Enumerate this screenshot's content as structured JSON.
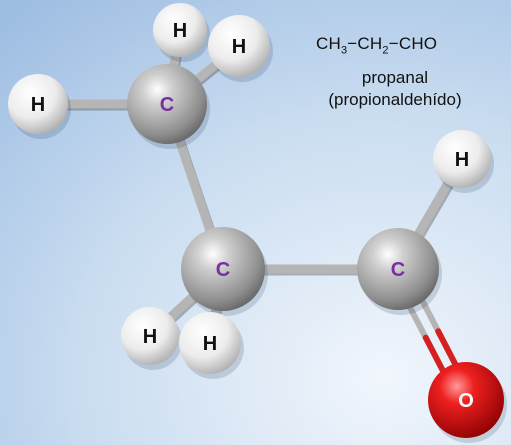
{
  "molecule": {
    "formula_parts": [
      "CH",
      "3",
      "−CH",
      "2",
      "−CHO"
    ],
    "name": "propanal",
    "alt_name": "(propionaldehído)"
  },
  "atoms": [
    {
      "id": "c1",
      "label": "C",
      "element": "carbon"
    },
    {
      "id": "c2",
      "label": "C",
      "element": "carbon"
    },
    {
      "id": "c3",
      "label": "C",
      "element": "carbon"
    },
    {
      "id": "o1",
      "label": "O",
      "element": "oxygen"
    },
    {
      "id": "h1",
      "label": "H",
      "element": "hydrogen"
    },
    {
      "id": "h2",
      "label": "H",
      "element": "hydrogen"
    },
    {
      "id": "h3",
      "label": "H",
      "element": "hydrogen"
    },
    {
      "id": "h4",
      "label": "H",
      "element": "hydrogen"
    },
    {
      "id": "h5",
      "label": "H",
      "element": "hydrogen"
    },
    {
      "id": "h6",
      "label": "H",
      "element": "hydrogen"
    }
  ],
  "colors": {
    "background_light": "#e4eef8",
    "background_dark": "#a9c6e6",
    "carbon": "#9a9a9a",
    "carbon_label": "#7a2fa0",
    "hydrogen": "#f2f2f2",
    "hydrogen_label": "#111111",
    "oxygen": "#dd1010",
    "oxygen_label": "#ffffff",
    "bond_single": "#b5b5b5",
    "bond_double": "#d42020"
  }
}
